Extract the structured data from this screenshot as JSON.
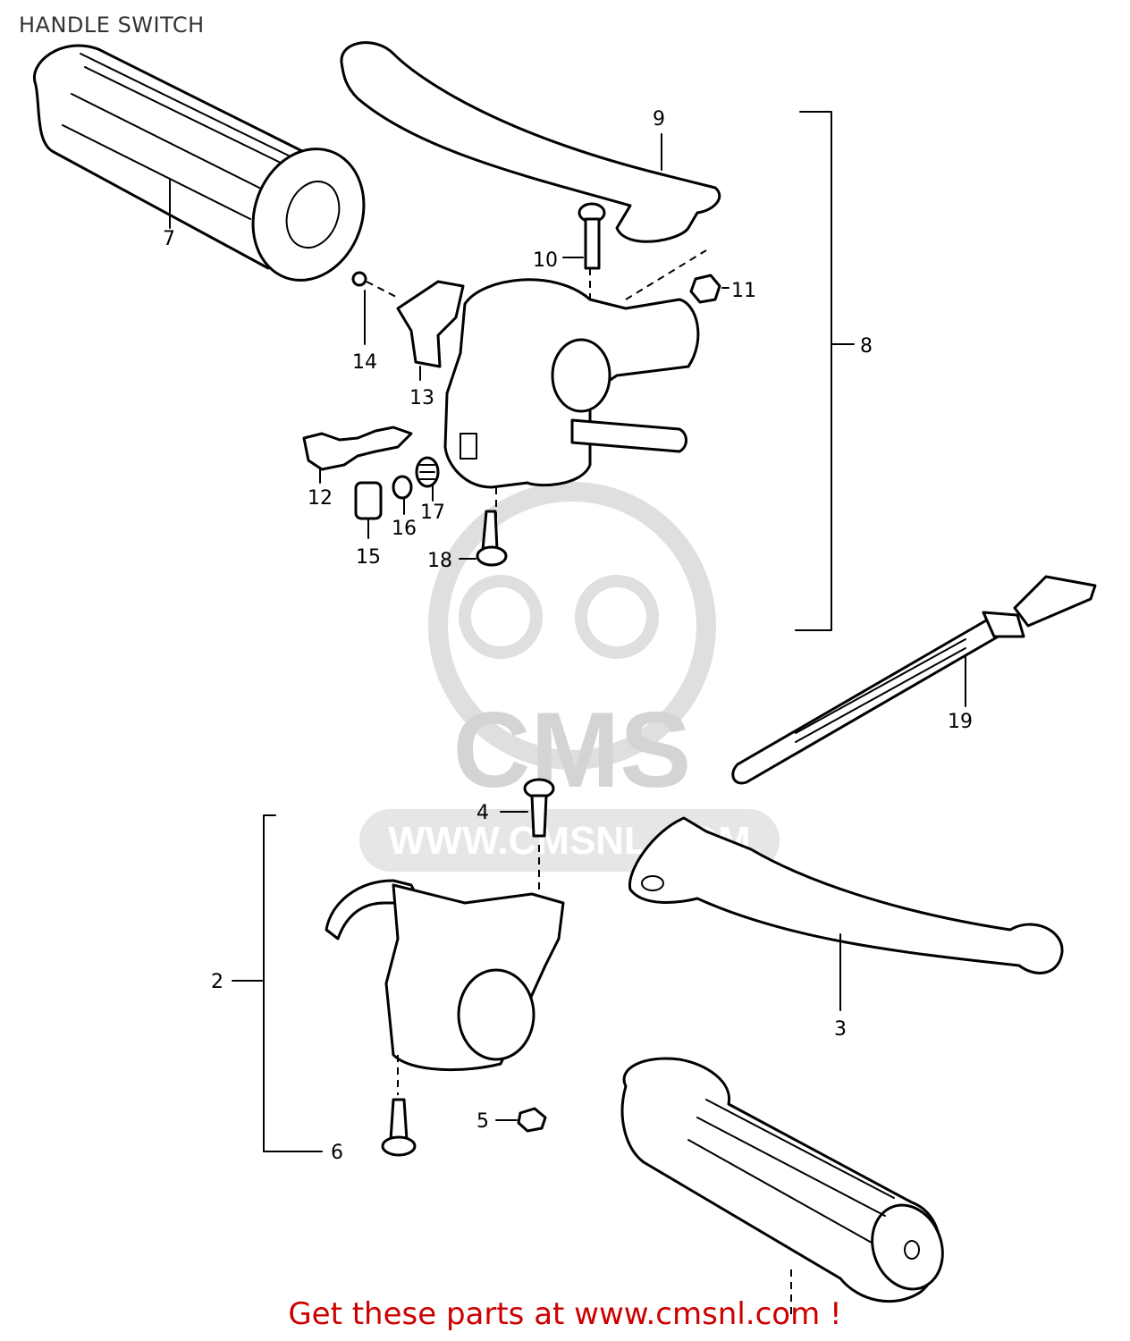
{
  "title": "HANDLE SWITCH",
  "watermark": {
    "brand": "CMS",
    "url": "WWW.CMSNL.COM"
  },
  "footer": {
    "text": "Get these parts at www.cmsnl.com !",
    "color": "#cc0000"
  },
  "callouts": {
    "p2": "2",
    "p3": "3",
    "p4": "4",
    "p5": "5",
    "p6": "6",
    "p7": "7",
    "p8": "8",
    "p9": "9",
    "p10": "10",
    "p11": "11",
    "p12": "12",
    "p13": "13",
    "p14": "14",
    "p15": "15",
    "p16": "16",
    "p17": "17",
    "p18": "18",
    "p19": "19"
  }
}
